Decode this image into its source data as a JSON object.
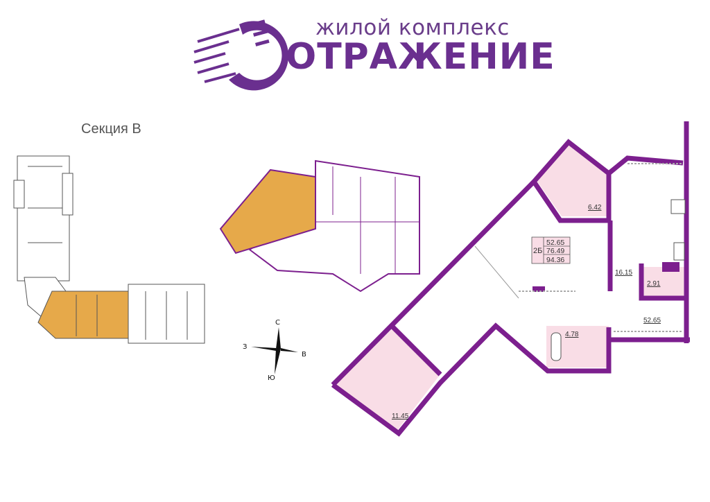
{
  "logo": {
    "subtitle": "жилой комплекс",
    "title": "ОТРАЖЕНИЕ"
  },
  "section_label": "Секция В",
  "colors": {
    "brand": "#6a2f8f",
    "wall": "#7c1f8e",
    "room_fill": "#f9dde6",
    "highlight": "#e6a94a"
  },
  "apartment": {
    "type": "2Б",
    "areas": [
      "52.65",
      "76.49",
      "94.36"
    ],
    "rooms": {
      "balcony_top": "6.42",
      "kitchen": "16.15",
      "wc": "2.91",
      "bathroom": "4.78",
      "corridor": "52.65",
      "balcony_bottom": "11.45"
    }
  },
  "compass": {
    "north": "С",
    "east": "В",
    "south": "Ю",
    "west": "З"
  }
}
